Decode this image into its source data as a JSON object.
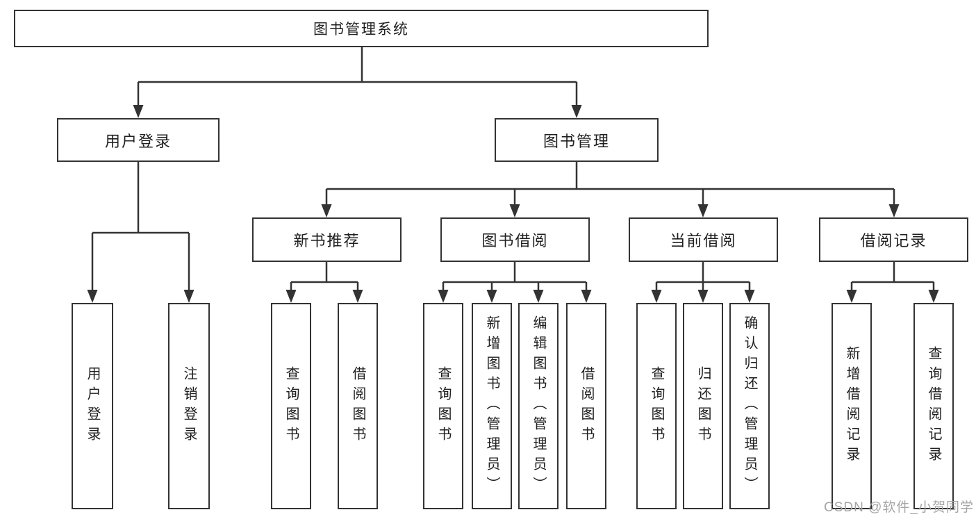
{
  "nodes": {
    "root": {
      "label": "图书管理系统"
    },
    "user_login": {
      "label": "用户登录"
    },
    "book_management": {
      "label": "图书管理"
    },
    "new_book_recommend": {
      "label": "新书推荐"
    },
    "book_borrowing": {
      "label": "图书借阅"
    },
    "current_borrowing": {
      "label": "当前借阅"
    },
    "borrowing_records": {
      "label": "借阅记录"
    }
  },
  "leaves": {
    "user_login": [
      "用户登录",
      "注销登录"
    ],
    "new_book_recommend": [
      "查询图书",
      "借阅图书"
    ],
    "book_borrowing": [
      "查询图书",
      "新增图书（管理员）",
      "编辑图书（管理员）",
      "借阅图书"
    ],
    "current_borrowing": [
      "查询图书",
      "归还图书",
      "确认归还（管理员）"
    ],
    "borrowing_records": [
      "新增借阅记录",
      "查询借阅记录"
    ]
  },
  "watermark": {
    "text": "CSDN @软件_小贺同学"
  },
  "colors": {
    "line": "#333333",
    "box_border": "#333333",
    "text": "#1f1f1f",
    "watermark": "#a6a6a6",
    "background": "#ffffff"
  }
}
